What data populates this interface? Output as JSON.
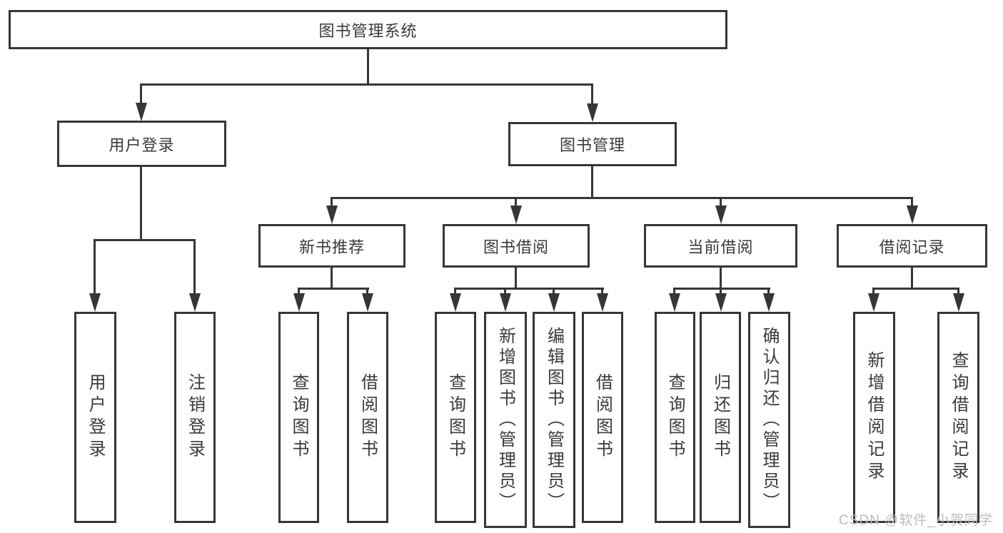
{
  "tree": {
    "root": {
      "label": "图书管理系统"
    },
    "branches": [
      {
        "label": "用户登录",
        "children": [
          {
            "label": "用户登录"
          },
          {
            "label": "注销登录"
          }
        ]
      },
      {
        "label": "图书管理",
        "children": [
          {
            "label": "新书推荐",
            "children": [
              {
                "label": "查询图书"
              },
              {
                "label": "借阅图书"
              }
            ]
          },
          {
            "label": "图书借阅",
            "children": [
              {
                "label": "查询图书"
              },
              {
                "label": "新增图书（管理员）"
              },
              {
                "label": "编辑图书（管理员）"
              },
              {
                "label": "借阅图书"
              }
            ]
          },
          {
            "label": "当前借阅",
            "children": [
              {
                "label": "查询图书"
              },
              {
                "label": "归还图书"
              },
              {
                "label": "确认归还（管理员）"
              }
            ]
          },
          {
            "label": "借阅记录",
            "children": [
              {
                "label": "新增借阅记录"
              },
              {
                "label": "查询借阅记录"
              }
            ]
          }
        ]
      }
    ]
  },
  "watermark": "CSDN @软件_小贺同学",
  "colors": {
    "line": "#363636",
    "text": "#3a3a3a",
    "background": "#ffffff",
    "watermark": "#bcbcbc"
  }
}
